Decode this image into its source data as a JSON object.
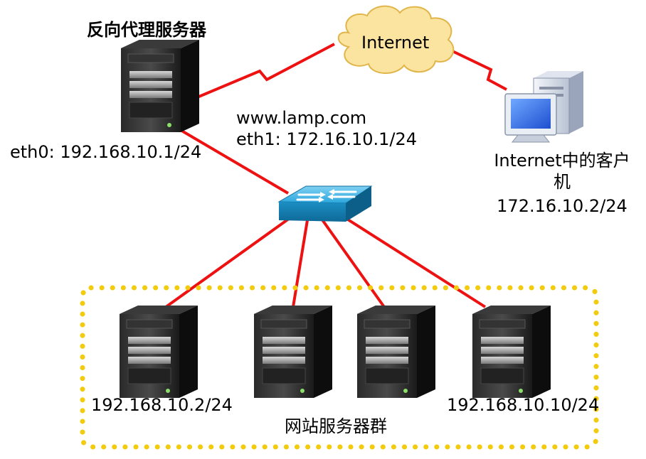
{
  "proxy": {
    "title": "反向代理服务器",
    "eth0": "eth0: 192.168.10.1/24",
    "domain": "www.lamp.com",
    "eth1": "eth1: 172.16.10.1/24"
  },
  "internet": {
    "label": "Internet"
  },
  "client": {
    "label_line1": "Internet中的客户",
    "label_line2": "机",
    "ip": "172.16.10.2/24"
  },
  "farm": {
    "label": "网站服务器群",
    "first_ip": "192.168.10.2/24",
    "last_ip": "192.168.10.10/24"
  },
  "colors": {
    "link": "#ee1111",
    "farm_border": "#f2cc0c",
    "cloud_fill": "#fbe3a0",
    "cloud_stroke": "#e0b64a",
    "switch": "#1f9fd6",
    "server_body": "#151515"
  }
}
